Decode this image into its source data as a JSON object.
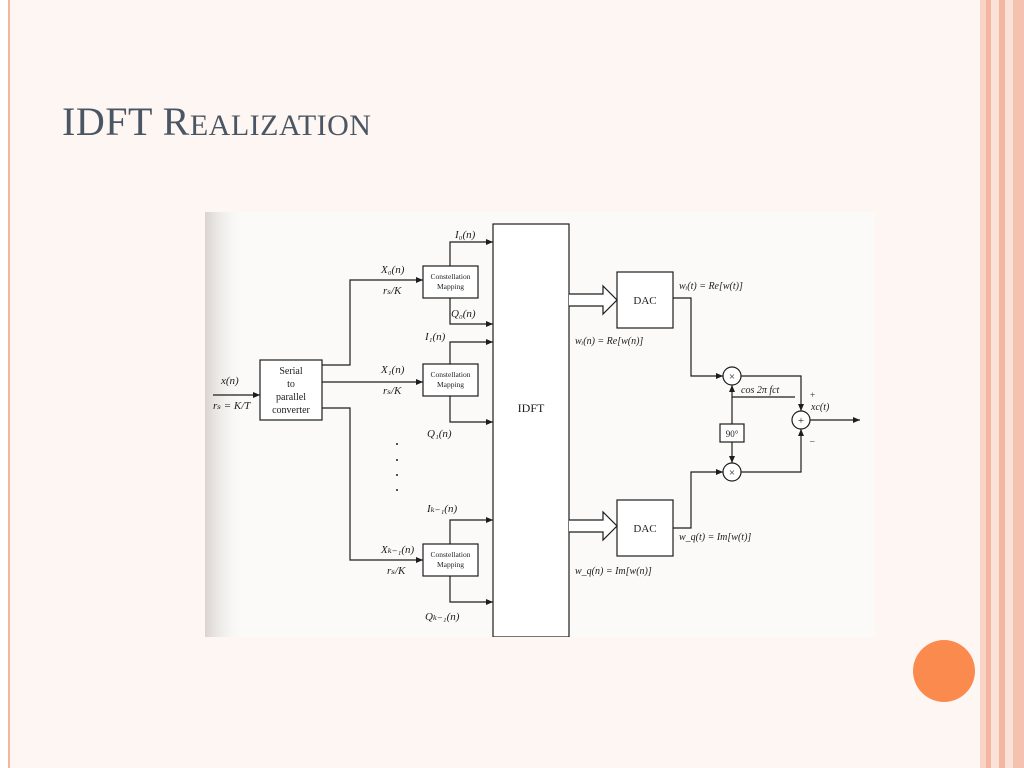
{
  "slide": {
    "title": "IDFT Realization",
    "title_first": "IDFT ",
    "title_second_cap": "R",
    "title_second_rest": "EALIZATION",
    "colors": {
      "title": "#4a5663",
      "accent_dot": "#fb8a4f",
      "stripe": "#f4b6a0",
      "background": "#fdf6f2"
    }
  },
  "diagram": {
    "input": {
      "signal": "x(n)",
      "rate": "rₛ = K/T"
    },
    "serial_parallel": [
      "Serial",
      "to",
      "parallel",
      "converter"
    ],
    "branches": [
      {
        "x": "X₀(n)",
        "rate": "rₛ/K",
        "mapper": [
          "Constellation",
          "Mapping"
        ],
        "i": "I₀(n)",
        "q": "Q₀(n)"
      },
      {
        "x": "X₁(n)",
        "rate": "rₛ/K",
        "mapper": [
          "Constellation",
          "Mapping"
        ],
        "i": "I₁(n)",
        "q": "Q₁(n)"
      },
      {
        "x": "Xₖ₋₁(n)",
        "rate": "rₛ/K",
        "mapper": [
          "Constellation",
          "Mapping"
        ],
        "i": "Iₖ₋₁(n)",
        "q": "Qₖ₋₁(n)"
      }
    ],
    "idft_label": "IDFT",
    "dac_top": {
      "label": "DAC",
      "in": "wᵢ(n) = Re[w(n)]",
      "out": "wᵢ(t) = Re[w(t)]"
    },
    "dac_bottom": {
      "label": "DAC",
      "in": "w_q(n) = Im[w(n)]",
      "out": "w_q(t) = Im[w(t)]"
    },
    "multiplier": "×",
    "adder": "+",
    "carrier": "cos 2π fсt",
    "phase_shift": "90°",
    "output": "xс(t)",
    "plus_sign": "+",
    "minus_sign": "–"
  }
}
